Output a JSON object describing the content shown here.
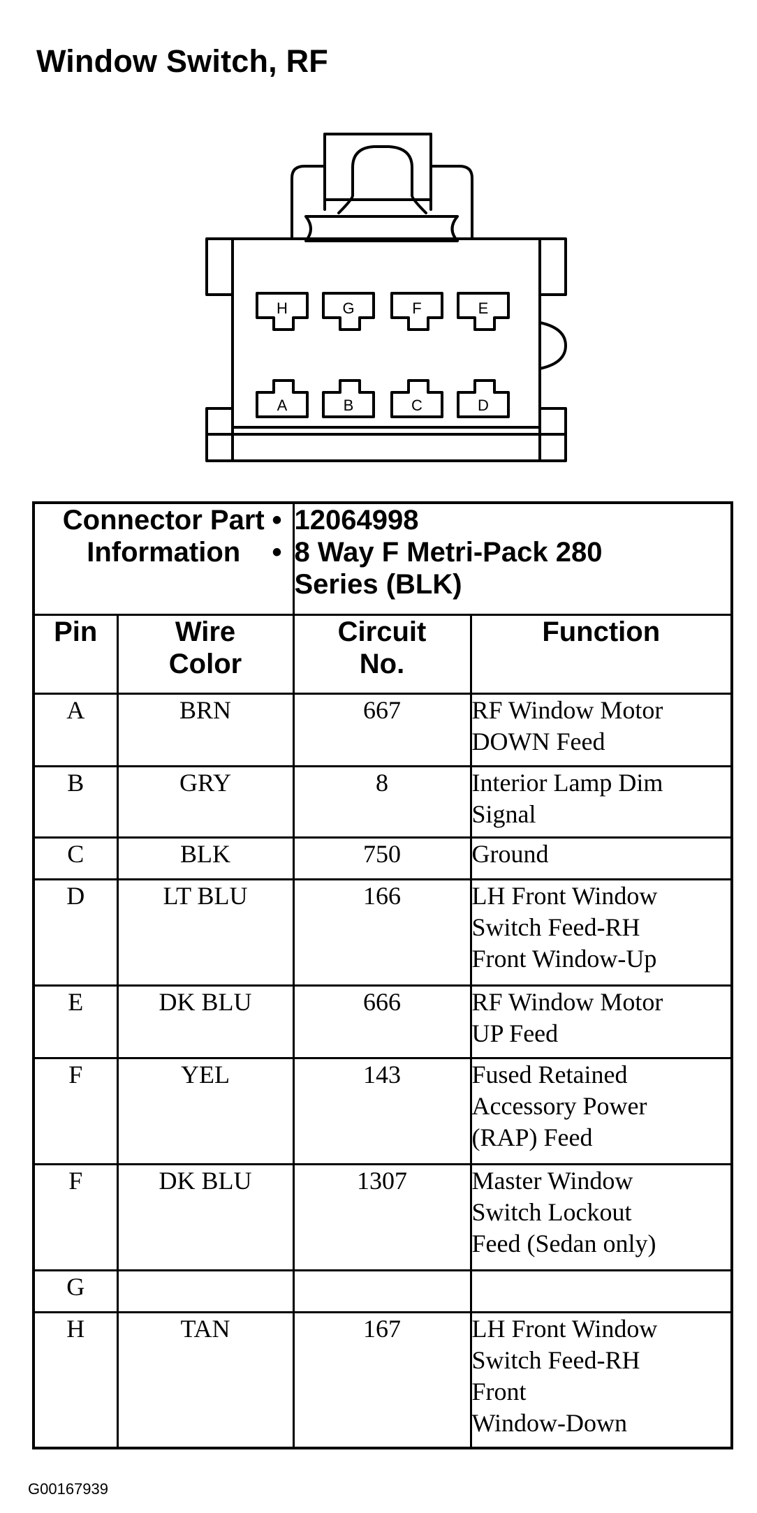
{
  "title": "Window Switch, RF",
  "connector": {
    "top_row": [
      "H",
      "G",
      "F",
      "E"
    ],
    "bottom_row": [
      "A",
      "B",
      "C",
      "D"
    ]
  },
  "info": {
    "label_line1": "Connector Part",
    "label_line2": "Information",
    "part_number": "12064998",
    "desc_line1": "8 Way F Metri-Pack 280",
    "desc_line2": "Series (BLK)",
    "bullet": "•"
  },
  "columns": {
    "pin": "Pin",
    "wire_color_1": "Wire",
    "wire_color_2": "Color",
    "circuit_1": "Circuit",
    "circuit_2": "No.",
    "function": "Function"
  },
  "rows": [
    {
      "pin": "A",
      "color": "BRN",
      "circuit": "667",
      "function": [
        "RF Window Motor",
        "DOWN Feed"
      ]
    },
    {
      "pin": "B",
      "color": "GRY",
      "circuit": "8",
      "function": [
        "Interior Lamp Dim",
        "Signal"
      ]
    },
    {
      "pin": "C",
      "color": "BLK",
      "circuit": "750",
      "function": [
        "Ground"
      ]
    },
    {
      "pin": "D",
      "color": "LT BLU",
      "circuit": "166",
      "function": [
        "LH Front Window",
        "Switch Feed-RH",
        "Front Window-Up"
      ]
    },
    {
      "pin": "E",
      "color": "DK BLU",
      "circuit": "666",
      "function": [
        "RF Window Motor",
        "UP Feed"
      ]
    },
    {
      "pin": "F",
      "color": "YEL",
      "circuit": "143",
      "function": [
        "Fused Retained",
        "Accessory Power",
        "(RAP) Feed"
      ]
    },
    {
      "pin": "F",
      "color": "DK BLU",
      "circuit": "1307",
      "function": [
        "Master Window",
        "Switch Lockout",
        "Feed (Sedan only)"
      ]
    },
    {
      "pin": "G",
      "color": "",
      "circuit": "",
      "function": []
    },
    {
      "pin": "H",
      "color": "TAN",
      "circuit": "167",
      "function": [
        "LH Front Window",
        "Switch Feed-RH",
        "Front",
        "Window-Down"
      ]
    }
  ],
  "figure_id": "G00167939"
}
